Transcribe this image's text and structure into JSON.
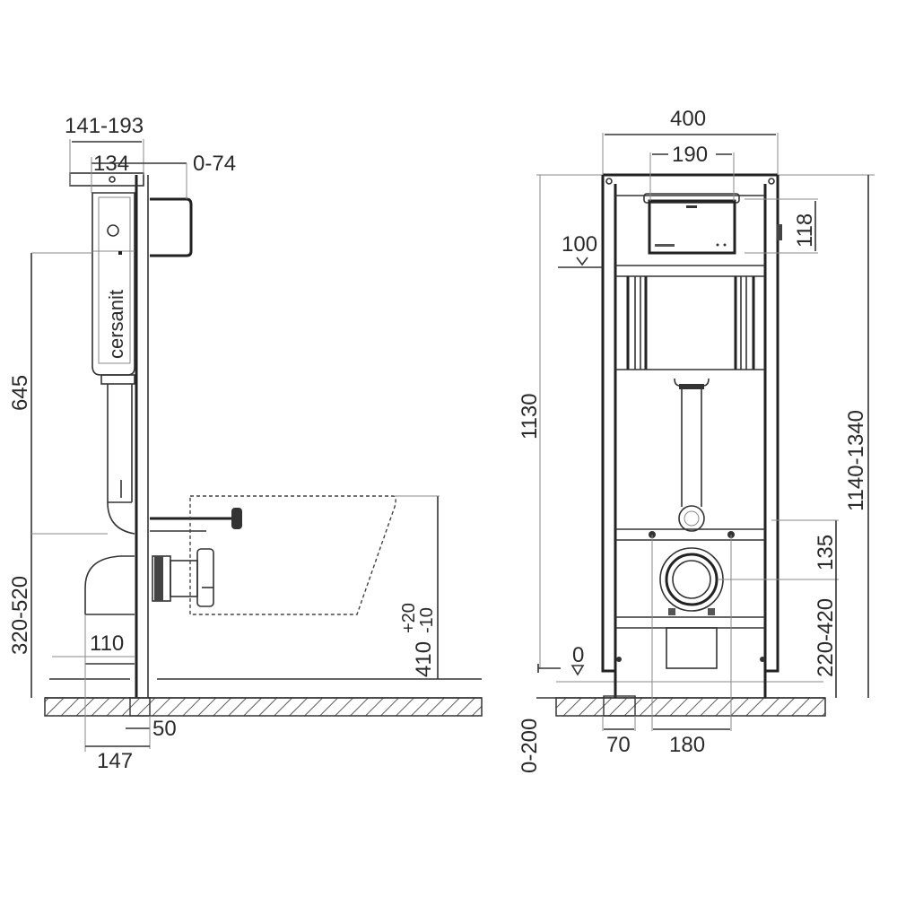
{
  "diagram": {
    "type": "technical-drawing",
    "subject": "WC installation frame (side and front views)",
    "brand_label": "cersanit",
    "side_view": {
      "dimensions": {
        "top_depth": "141-193",
        "tank_depth": "134",
        "button_projection": "0-74",
        "tank_height": "645",
        "inlet_height": "320-520",
        "drain_diameter": "110",
        "wall_offset": "50",
        "frame_depth": "147",
        "bowl_height_main": "410",
        "bowl_height_plus": "+20",
        "bowl_height_minus": "-10"
      }
    },
    "front_view": {
      "dimensions": {
        "frame_width": "400",
        "button_width": "190",
        "button_height": "118",
        "button_offset": "100",
        "frame_height": "1130",
        "total_height_range": "1140-1340",
        "drain_to_bolt": "135",
        "drain_height": "220-420",
        "floor_level": "0",
        "floor_adjust": "0-200",
        "foot_width": "70",
        "bolt_spacing": "180"
      }
    },
    "colors": {
      "background": "#ffffff",
      "line": "#2b2b2b",
      "helper_line": "#8a8a8a"
    }
  }
}
